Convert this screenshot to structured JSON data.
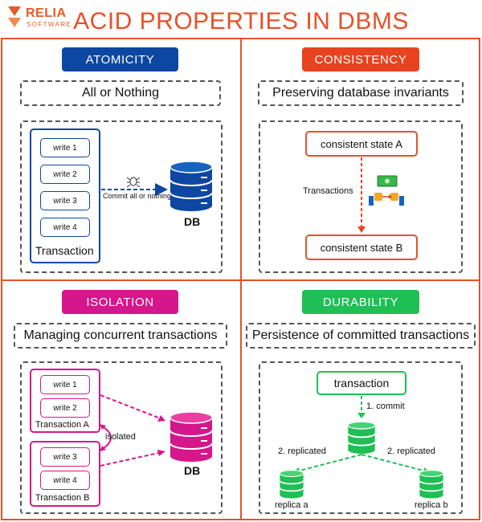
{
  "logo": {
    "name": "RELIA",
    "sub": "SOFTWARE"
  },
  "title": "ACID PROPERTIES IN DBMS",
  "colors": {
    "frame": "#e8502a",
    "atomicity": "#0d47a1",
    "consistency": "#e8421f",
    "isolation": "#d6168b",
    "durability": "#1fbf55"
  },
  "atomicity": {
    "header": "ATOMICITY",
    "subtitle": "All or Nothing",
    "writes": [
      "write 1",
      "write 2",
      "write 3",
      "write 4"
    ],
    "transaction_label": "Transaction",
    "arrow_label": "Commit all or nothing",
    "db_label": "DB"
  },
  "consistency": {
    "header": "CONSISTENCY",
    "subtitle": "Preserving database invariants",
    "state_a": "consistent state A",
    "arrow_label": "Transactions",
    "state_b": "consistent state B"
  },
  "isolation": {
    "header": "ISOLATION",
    "subtitle": "Managing concurrent transactions",
    "transaction_a": {
      "writes": [
        "write 1",
        "write 2"
      ],
      "label": "Transaction A"
    },
    "transaction_b": {
      "writes": [
        "write 3",
        "write 4"
      ],
      "label": "Transaction B"
    },
    "isolated_label": "isolated",
    "db_label": "DB"
  },
  "durability": {
    "header": "DURABILITY",
    "subtitle": "Persistence of committed transactions",
    "transaction_label": "transaction",
    "commit_label": "1. commit",
    "replicated_left": "2. replicated",
    "replicated_right": "2. replicated",
    "replica_a": "replica a",
    "replica_b": "replica b"
  }
}
